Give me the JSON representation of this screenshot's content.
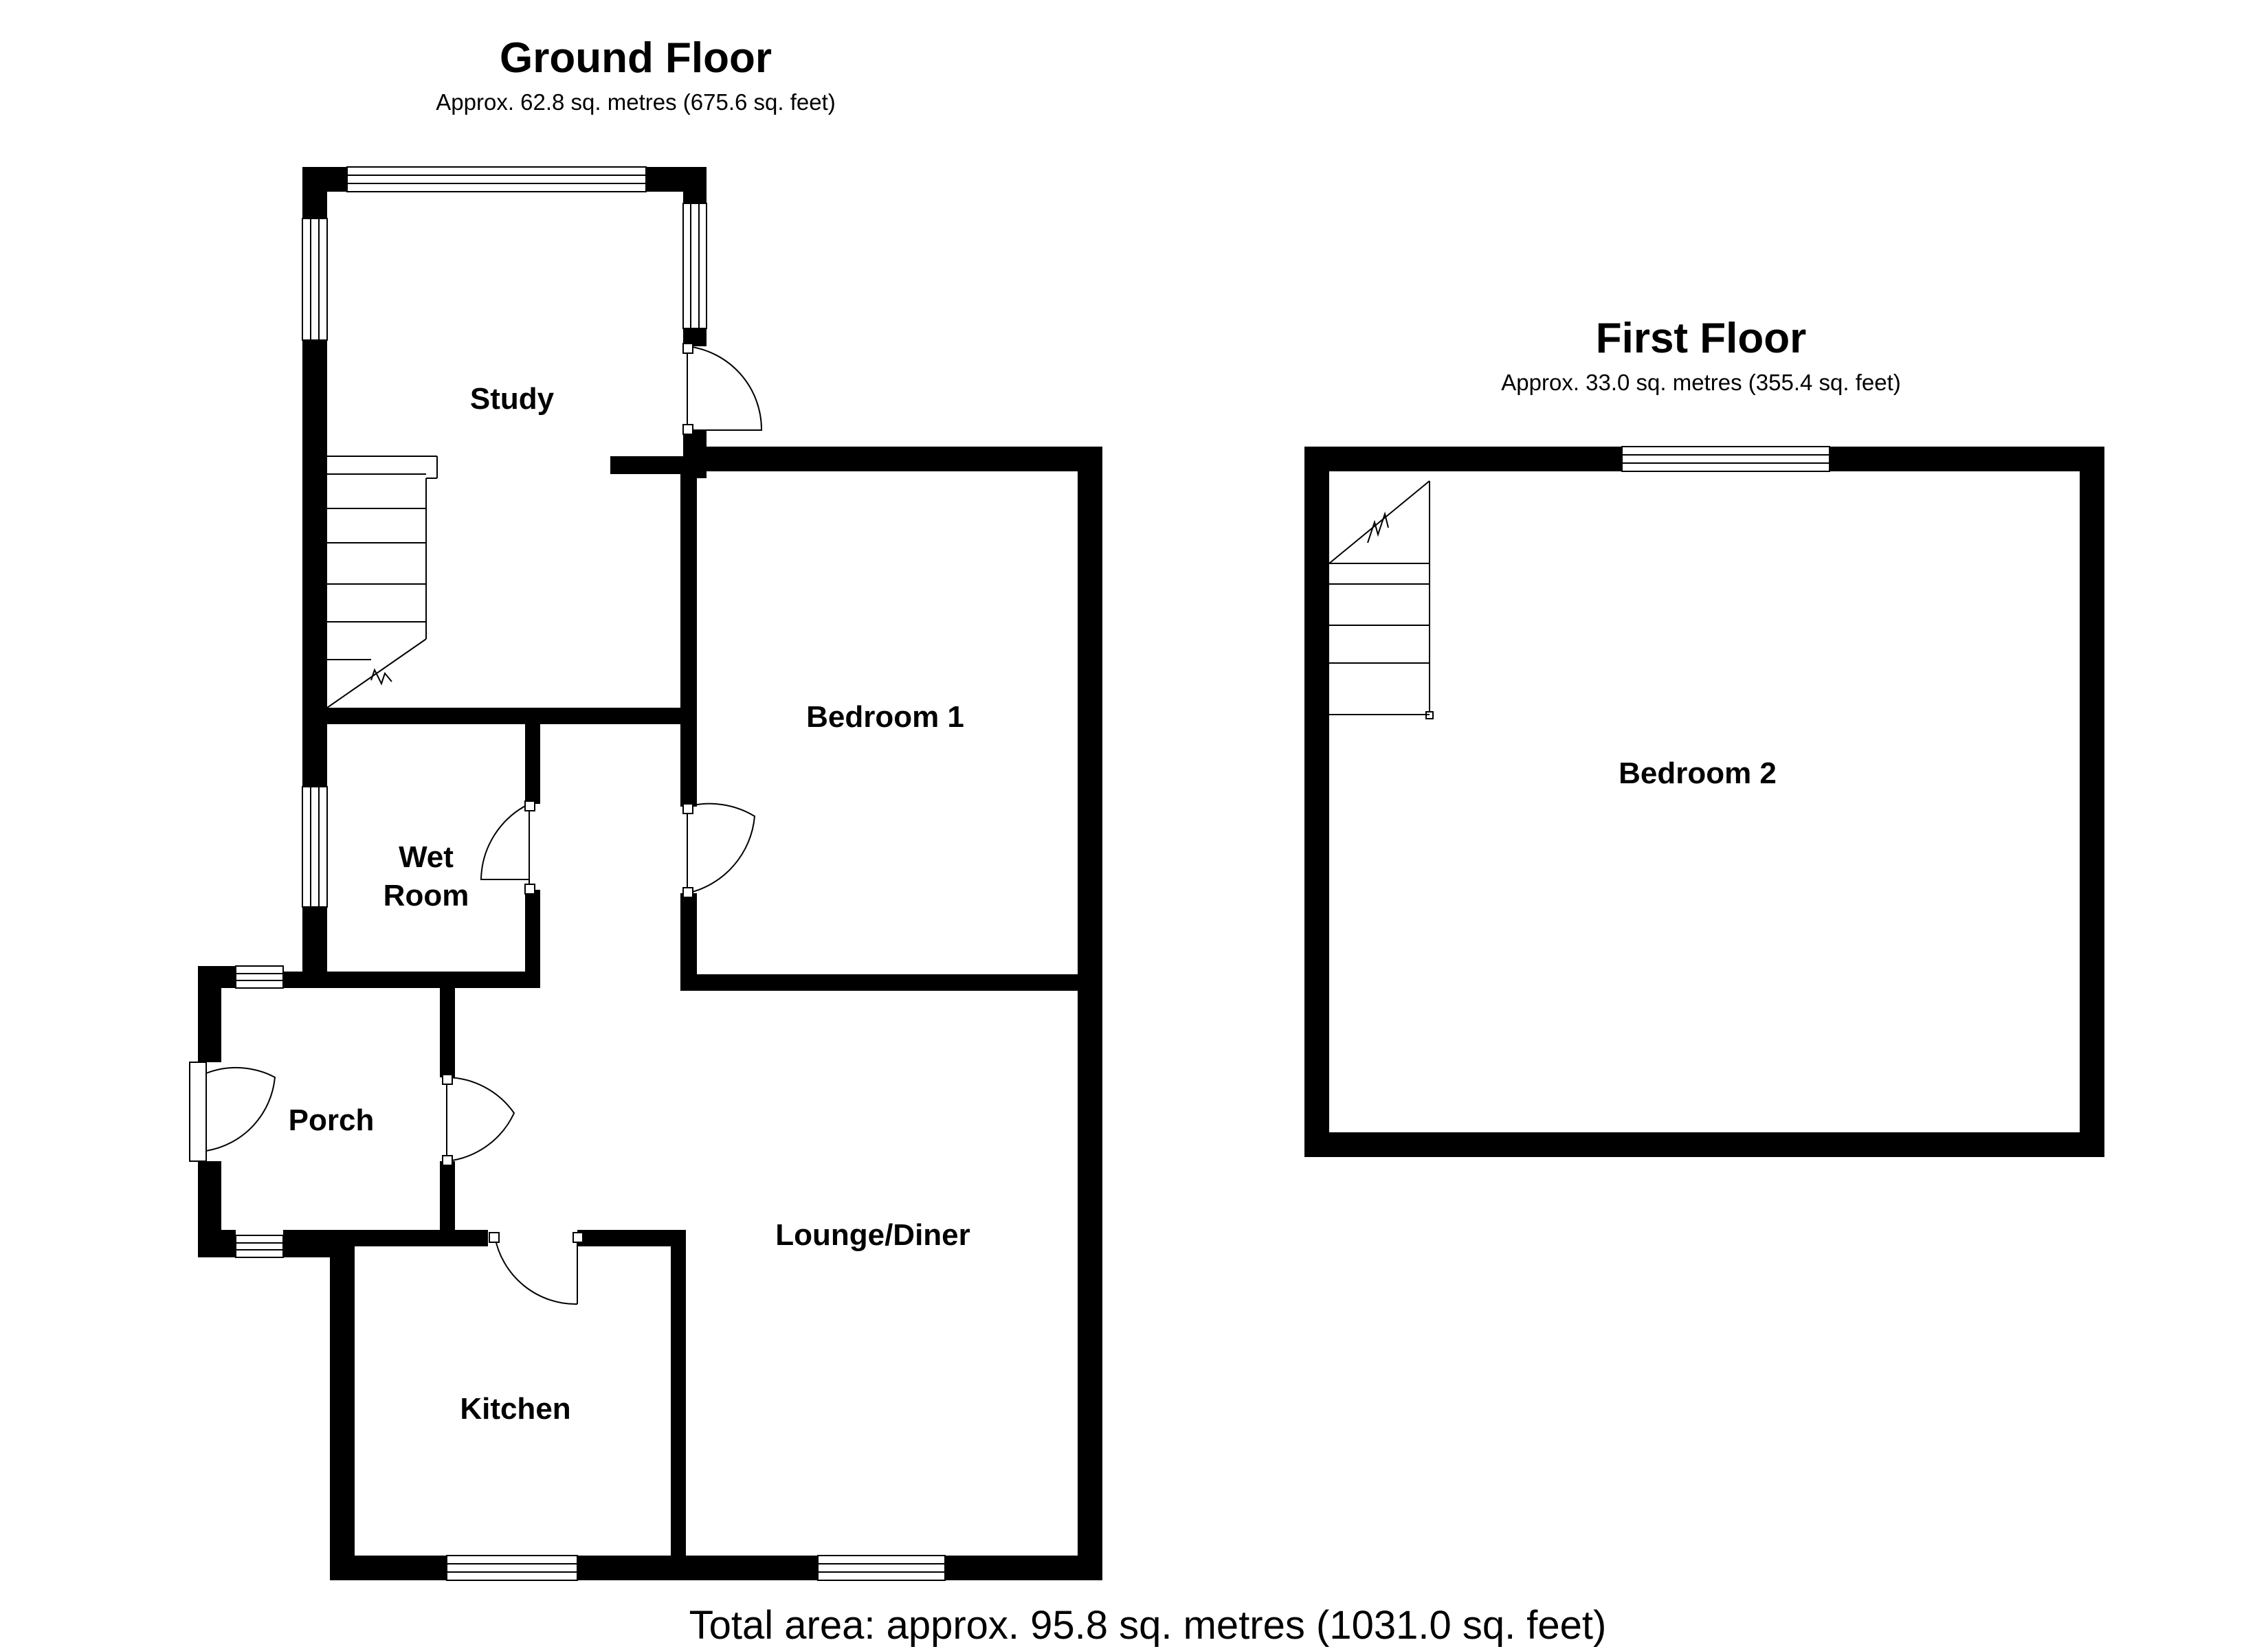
{
  "ground_floor": {
    "title": "Ground Floor",
    "area": "Approx. 62.8 sq. metres (675.6 sq. feet)",
    "rooms": {
      "study": "Study",
      "bedroom1": "Bedroom 1",
      "wet_room_line1": "Wet",
      "wet_room_line2": "Room",
      "porch": "Porch",
      "lounge_diner": "Lounge/Diner",
      "kitchen": "Kitchen"
    }
  },
  "first_floor": {
    "title": "First Floor",
    "area": "Approx. 33.0 sq. metres (355.4 sq. feet)",
    "rooms": {
      "bedroom2": "Bedroom 2"
    }
  },
  "total_area": "Total area: approx. 95.8 sq. metres (1031.0 sq. feet)"
}
